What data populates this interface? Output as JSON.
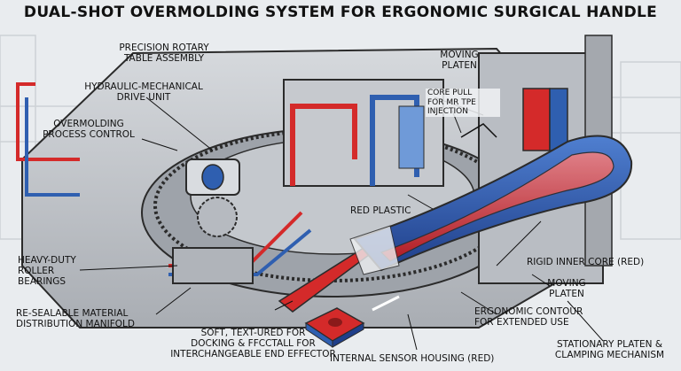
{
  "title": "DUAL-SHOT OVERMOLDING SYSTEM FOR ERGONOMIC SURGICAL HANDLE",
  "labels": {
    "precision_rotary": "PRECISION ROTARY\nTABLE ASSEMBLY",
    "hydraulic_drive": "HYDRAULIC-MECHANICAL\nDRIVE UNIT",
    "overmolding_control": "OVERMOLDING\nPROCESS CONTROL",
    "moving_platen_top": "MOVING\nPLATEN",
    "core_pull": "CORE PULL\nFOR MR TPE\nINJECTION",
    "red_plastic": "RED PLASTIC",
    "heavy_duty": "HEAVY-DUTY\nROLLER\nBEARINGS",
    "resealable": "RE-SEALABLE MATERIAL\nDISTRIBUTION MANIFOLD",
    "soft_textured": "SOFT, TEXT-URED FOR\nDOCKING & FFCCTALL FOR\nINTERCHANGEABLE END EFFECTOR",
    "internal_sensor": "INTERNAL SENSOR HOUSING (RED)",
    "rigid_core": "RIGID INNER CORE (RED)",
    "moving_platen_right": "MOVING\nPLATEN",
    "ergonomic": "ERGONOMIC CONTOUR\nFOR EXTENDED USE",
    "stationary": "STATIONARY PLATEN &\nCLAMPING MECHANISM"
  },
  "colors": {
    "red": "#d42a2a",
    "blue": "#2f5fb0",
    "steel": "#c9ccd1",
    "outline": "#2b2b2b"
  }
}
